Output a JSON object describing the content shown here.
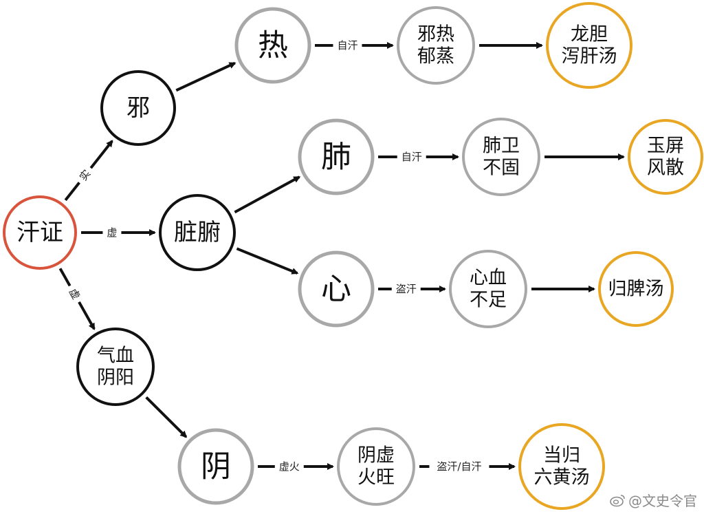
{
  "colors": {
    "root": "#d9543c",
    "category": "#111111",
    "pathology": "#a8a8a8",
    "formula": "#e8a622",
    "edge": "#111111"
  },
  "nodes": {
    "hanzheng": {
      "lines": [
        "汗证"
      ],
      "kind": "root"
    },
    "xie": {
      "lines": [
        "邪"
      ],
      "kind": "category"
    },
    "zangfu": {
      "lines": [
        "脏腑"
      ],
      "kind": "category"
    },
    "qixue": {
      "lines": [
        "气血",
        "阴阳"
      ],
      "kind": "category"
    },
    "re": {
      "lines": [
        "热"
      ],
      "kind": "cause"
    },
    "fei": {
      "lines": [
        "肺"
      ],
      "kind": "cause"
    },
    "xin": {
      "lines": [
        "心"
      ],
      "kind": "cause"
    },
    "yin": {
      "lines": [
        "阴"
      ],
      "kind": "cause"
    },
    "xiere": {
      "lines": [
        "邪热",
        "郁蒸"
      ],
      "kind": "pathology"
    },
    "feiwei": {
      "lines": [
        "肺卫",
        "不固"
      ],
      "kind": "pathology"
    },
    "xinxue": {
      "lines": [
        "心血",
        "不足"
      ],
      "kind": "pathology"
    },
    "yinxu": {
      "lines": [
        "阴虚",
        "火旺"
      ],
      "kind": "pathology"
    },
    "longdan": {
      "lines": [
        "龙胆",
        "泻肝汤"
      ],
      "kind": "formula"
    },
    "yuping": {
      "lines": [
        "玉屏",
        "风散"
      ],
      "kind": "formula"
    },
    "guipi": {
      "lines": [
        "归脾汤"
      ],
      "kind": "formula"
    },
    "danggui": {
      "lines": [
        "当归",
        "六黄汤"
      ],
      "kind": "formula"
    }
  },
  "edges": [
    {
      "from": "hanzheng",
      "to": "xie",
      "label": "实"
    },
    {
      "from": "hanzheng",
      "to": "zangfu",
      "label": "虚"
    },
    {
      "from": "hanzheng",
      "to": "qixue",
      "label": "虚"
    },
    {
      "from": "xie",
      "to": "re",
      "label": ""
    },
    {
      "from": "zangfu",
      "to": "fei",
      "label": ""
    },
    {
      "from": "zangfu",
      "to": "xin",
      "label": ""
    },
    {
      "from": "qixue",
      "to": "yin",
      "label": ""
    },
    {
      "from": "re",
      "to": "xiere",
      "label": "自汗"
    },
    {
      "from": "fei",
      "to": "feiwei",
      "label": "自汗"
    },
    {
      "from": "xin",
      "to": "xinxue",
      "label": "盗汗"
    },
    {
      "from": "yin",
      "to": "yinxu",
      "label": "虚火"
    },
    {
      "from": "xiere",
      "to": "longdan",
      "label": ""
    },
    {
      "from": "feiwei",
      "to": "yuping",
      "label": ""
    },
    {
      "from": "xinxue",
      "to": "guipi",
      "label": ""
    },
    {
      "from": "yinxu",
      "to": "danggui",
      "label": "盗汗/自汗"
    }
  ],
  "watermark": {
    "text": "@文史令官",
    "icon": "weibo-icon"
  }
}
